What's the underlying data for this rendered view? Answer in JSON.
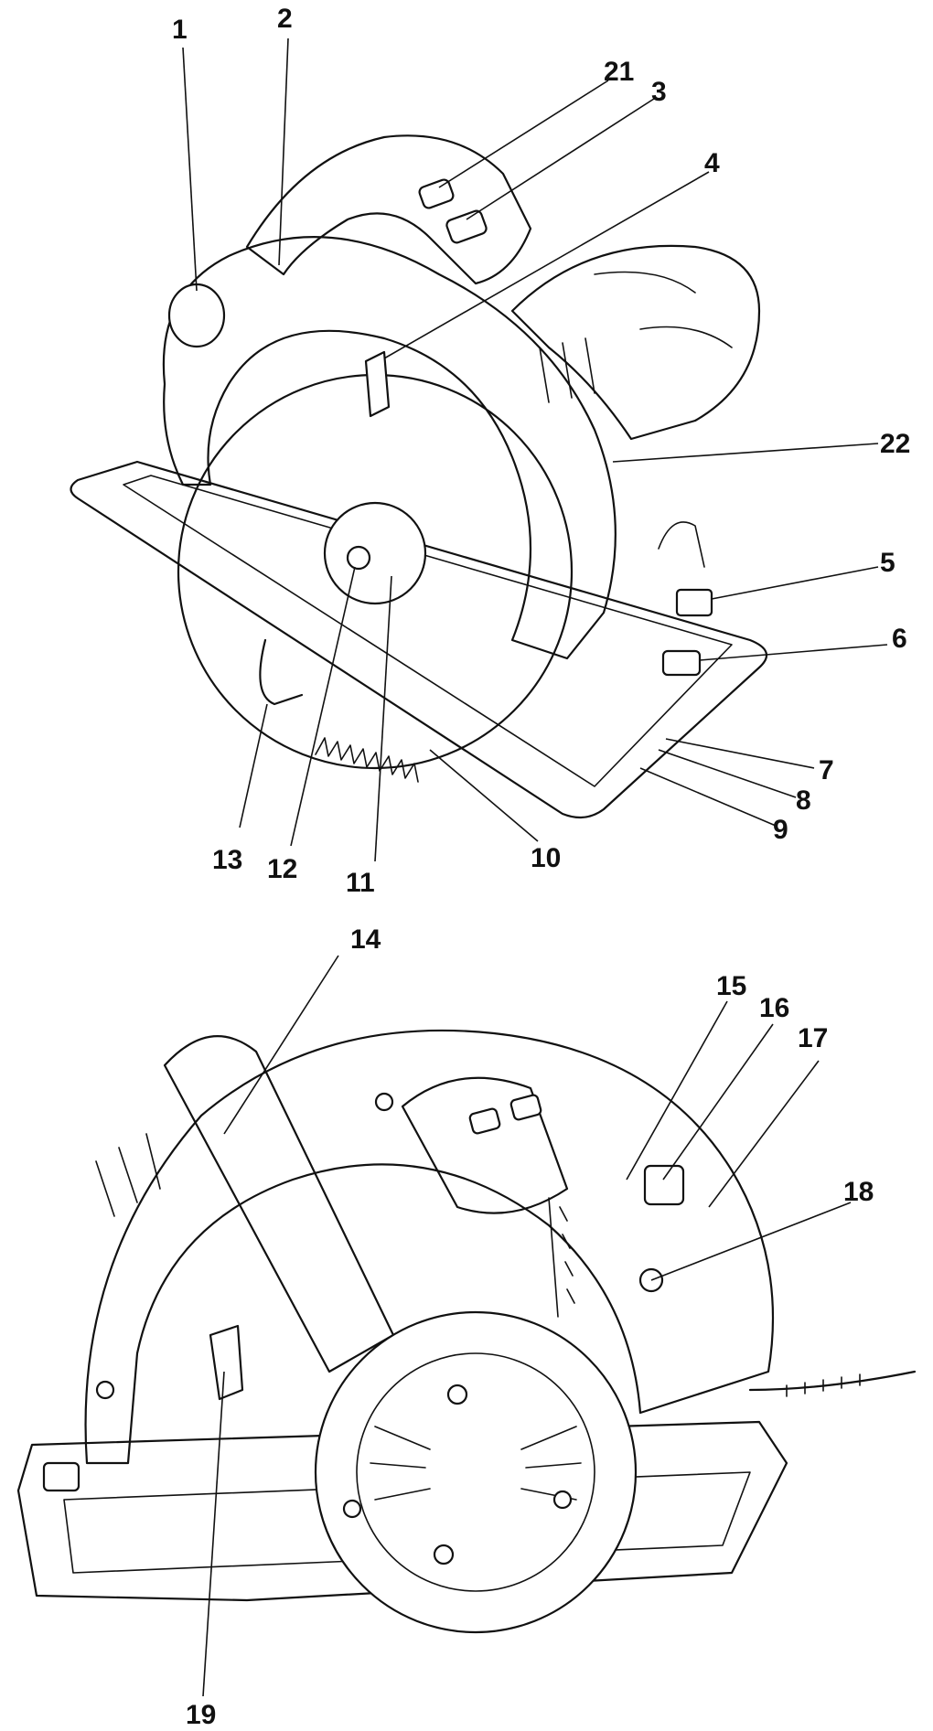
{
  "figure": {
    "top_view_callouts": [
      "1",
      "2",
      "21",
      "3",
      "4",
      "22",
      "5",
      "6",
      "7",
      "8",
      "9",
      "10",
      "11",
      "12",
      "13"
    ],
    "bottom_view_callouts": [
      "14",
      "15",
      "16",
      "17",
      "18",
      "19"
    ]
  },
  "labels": {
    "c1": "1",
    "c2": "2",
    "c3": "3",
    "c4": "4",
    "c5": "5",
    "c6": "6",
    "c7": "7",
    "c8": "8",
    "c9": "9",
    "c10": "10",
    "c11": "11",
    "c12": "12",
    "c13": "13",
    "c14": "14",
    "c15": "15",
    "c16": "16",
    "c17": "17",
    "c18": "18",
    "c19": "19",
    "c21": "21",
    "c22": "22"
  }
}
